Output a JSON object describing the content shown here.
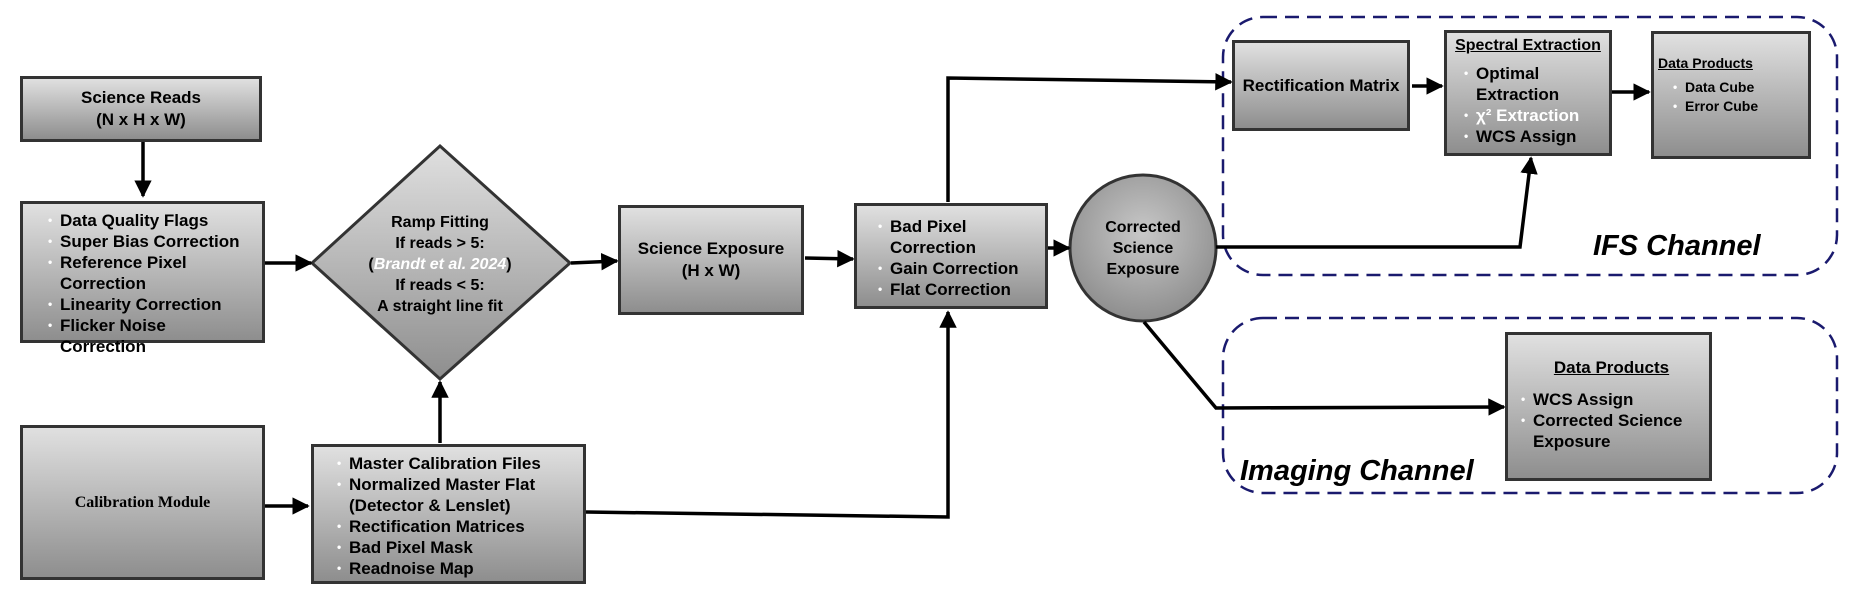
{
  "science_reads": {
    "title": "Science Reads",
    "subtitle": "(N x H x W)"
  },
  "preprocessing": {
    "items": [
      "Data Quality Flags",
      "Super Bias Correction",
      "Reference Pixel Correction",
      "Linearity Correction",
      "Flicker Noise Correction"
    ]
  },
  "ramp_fitting": {
    "title": "Ramp Fitting",
    "line1": "If reads > 5:",
    "citation_open": "(",
    "citation": "Brandt et al. 2024",
    "citation_close": ")",
    "line2": "If reads < 5:",
    "line3": "A straight line fit"
  },
  "science_exposure": {
    "title": "Science Exposure",
    "subtitle": "(H x W)"
  },
  "detector_corrections": {
    "items": [
      "Bad Pixel Correction",
      "Gain Correction",
      "Flat Correction"
    ]
  },
  "corrected_exposure": {
    "line1": "Corrected",
    "line2": "Science",
    "line3": "Exposure"
  },
  "calibration_module": {
    "title": "Calibration Module"
  },
  "calibration_files": {
    "items": [
      "Master Calibration Files",
      "Normalized Master Flat (Detector & Lenslet)",
      "Rectification Matrices",
      "Bad Pixel Mask",
      "Readnoise Map"
    ]
  },
  "ifs": {
    "label": "IFS Channel",
    "rectification": "Rectification Matrix",
    "spectral_title": "Spectral Extraction",
    "spectral_items": [
      "Optimal Extraction",
      "χ² Extraction",
      "WCS Assign"
    ],
    "products_title": "Data Products",
    "products_items": [
      "Data Cube",
      "Error Cube"
    ]
  },
  "imaging": {
    "label": "Imaging Channel",
    "products_title": "Data Products",
    "products_items": [
      "WCS Assign",
      "Corrected Science Exposure"
    ]
  },
  "colors": {
    "box_top": "#e0e0e0",
    "box_bottom": "#8e8e8e",
    "border": "#333333",
    "dashed_group": "#1a1a6e"
  }
}
